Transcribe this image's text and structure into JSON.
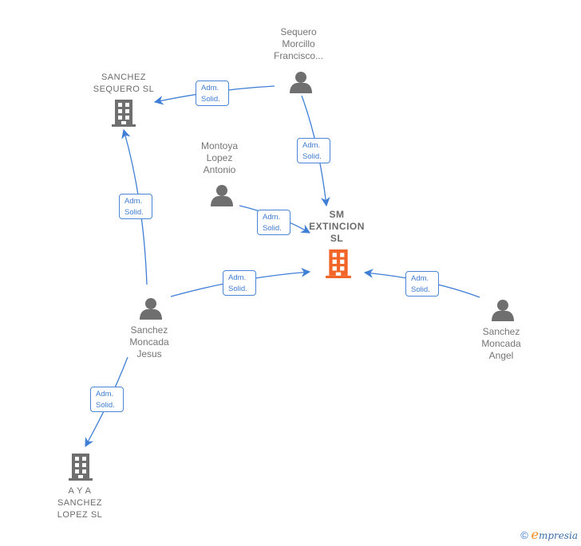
{
  "nodes": {
    "sm_extincion": {
      "label": "SM\nEXTINCION\nSL",
      "type": "company",
      "highlight": true,
      "icon": "building-icon",
      "color": "#f26529"
    },
    "sanchez_sequero": {
      "label": "SANCHEZ\nSEQUERO  SL",
      "type": "company",
      "icon": "building-icon",
      "color": "#6f6f6f"
    },
    "aya_sanchez_lopez": {
      "label": "A Y A\nSANCHEZ\nLOPEZ  SL",
      "type": "company",
      "icon": "building-icon",
      "color": "#6f6f6f"
    },
    "sequero_morcillo": {
      "label": "Sequero\nMorcillo\nFrancisco...",
      "type": "person",
      "icon": "person-icon",
      "color": "#6f6f6f"
    },
    "montoya_lopez": {
      "label": "Montoya\nLopez\nAntonio",
      "type": "person",
      "icon": "person-icon",
      "color": "#6f6f6f"
    },
    "sanchez_moncada_jesus": {
      "label": "Sanchez\nMoncada\nJesus",
      "type": "person",
      "icon": "person-icon",
      "color": "#6f6f6f"
    },
    "sanchez_moncada_angel": {
      "label": "Sanchez\nMoncada\nAngel",
      "type": "person",
      "icon": "person-icon",
      "color": "#6f6f6f"
    }
  },
  "edges": [
    {
      "from": "sequero_morcillo",
      "to": "sanchez_sequero",
      "line1": "Adm.",
      "line2": "Solid."
    },
    {
      "from": "sequero_morcillo",
      "to": "sm_extincion",
      "line1": "Adm.",
      "line2": "Solid."
    },
    {
      "from": "montoya_lopez",
      "to": "sm_extincion",
      "line1": "Adm.",
      "line2": "Solid."
    },
    {
      "from": "sanchez_moncada_jesus",
      "to": "sanchez_sequero",
      "line1": "Adm.",
      "line2": "Solid."
    },
    {
      "from": "sanchez_moncada_jesus",
      "to": "sm_extincion",
      "line1": "Adm.",
      "line2": "Solid."
    },
    {
      "from": "sanchez_moncada_angel",
      "to": "sm_extincion",
      "line1": "Adm.",
      "line2": "Solid."
    },
    {
      "from": "sanchez_moncada_jesus",
      "to": "aya_sanchez_lopez",
      "line1": "Adm.",
      "line2": "Solid."
    }
  ],
  "colors": {
    "edge": "#3f7fd6",
    "edge_label_text": "#3f7bd1",
    "node_text": "#757575"
  },
  "footer": {
    "copyright": "©",
    "brand_initial": "e",
    "brand_rest": "mpresia"
  }
}
